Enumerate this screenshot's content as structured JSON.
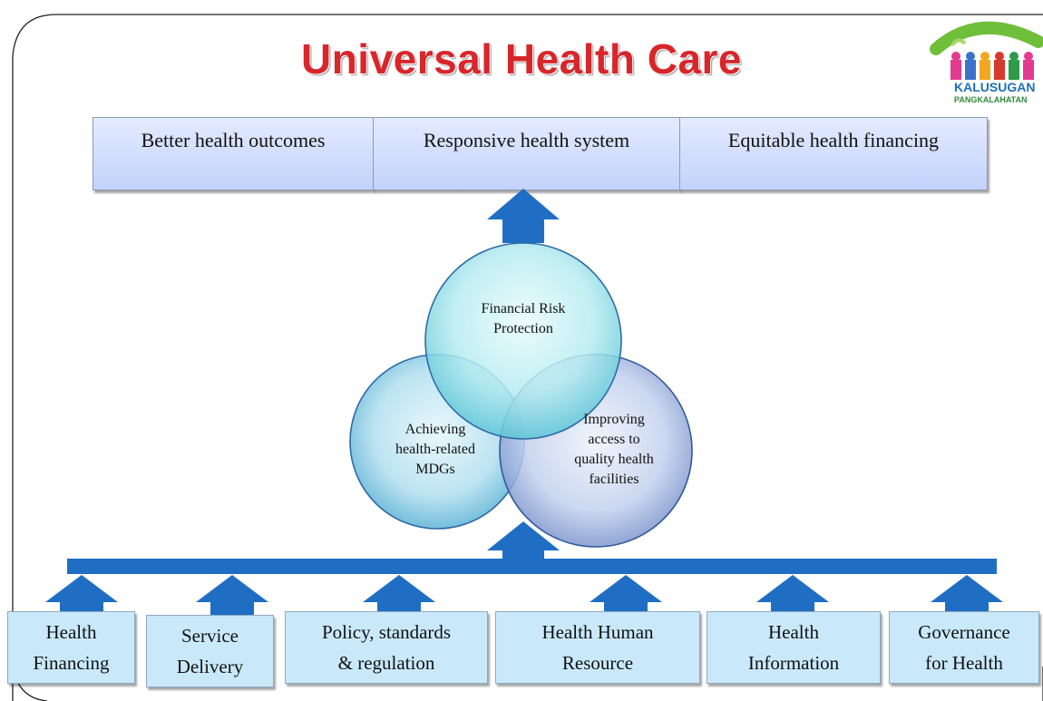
{
  "title": "Universal Health Care",
  "logo": {
    "line1": "KALUSUGAN",
    "line2": "PANGKALAHATAN"
  },
  "outcomes": [
    "Better health outcomes",
    "Responsive health system",
    "Equitable health financing"
  ],
  "circles": {
    "top": [
      "Financial Risk",
      "Protection"
    ],
    "left": [
      "Achieving",
      "health-related",
      "MDGs"
    ],
    "right": [
      "Improving",
      "access to",
      "quality health",
      "facilities"
    ]
  },
  "pillars": [
    [
      "Health",
      "Financing"
    ],
    [
      "Service",
      "Delivery"
    ],
    [
      "Policy, standards",
      "& regulation"
    ],
    [
      "Health Human",
      "Resource"
    ],
    [
      "Health",
      "Information"
    ],
    [
      "Governance",
      "for Health"
    ]
  ],
  "colors": {
    "arrow": "#1f6ec4",
    "title": "#d8262b"
  }
}
